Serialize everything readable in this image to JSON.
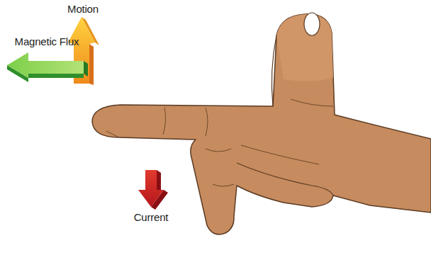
{
  "diagram": {
    "labels": [
      "Motion",
      "Magnetic Flux",
      "Current"
    ]
  }
}
